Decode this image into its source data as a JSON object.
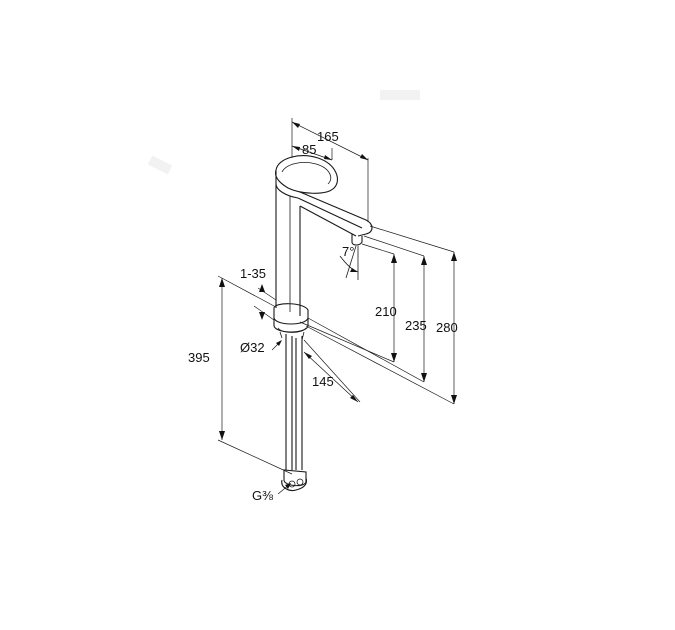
{
  "dimensions": {
    "width_total": "165",
    "width_spout": "85",
    "height_280": "280",
    "height_235": "235",
    "height_210": "210",
    "depth_145": "145",
    "length_395": "395",
    "deck_thickness": "1-35",
    "hole_diameter": "Ø32",
    "spout_angle": "7°",
    "connection_thread": "G⅜"
  }
}
